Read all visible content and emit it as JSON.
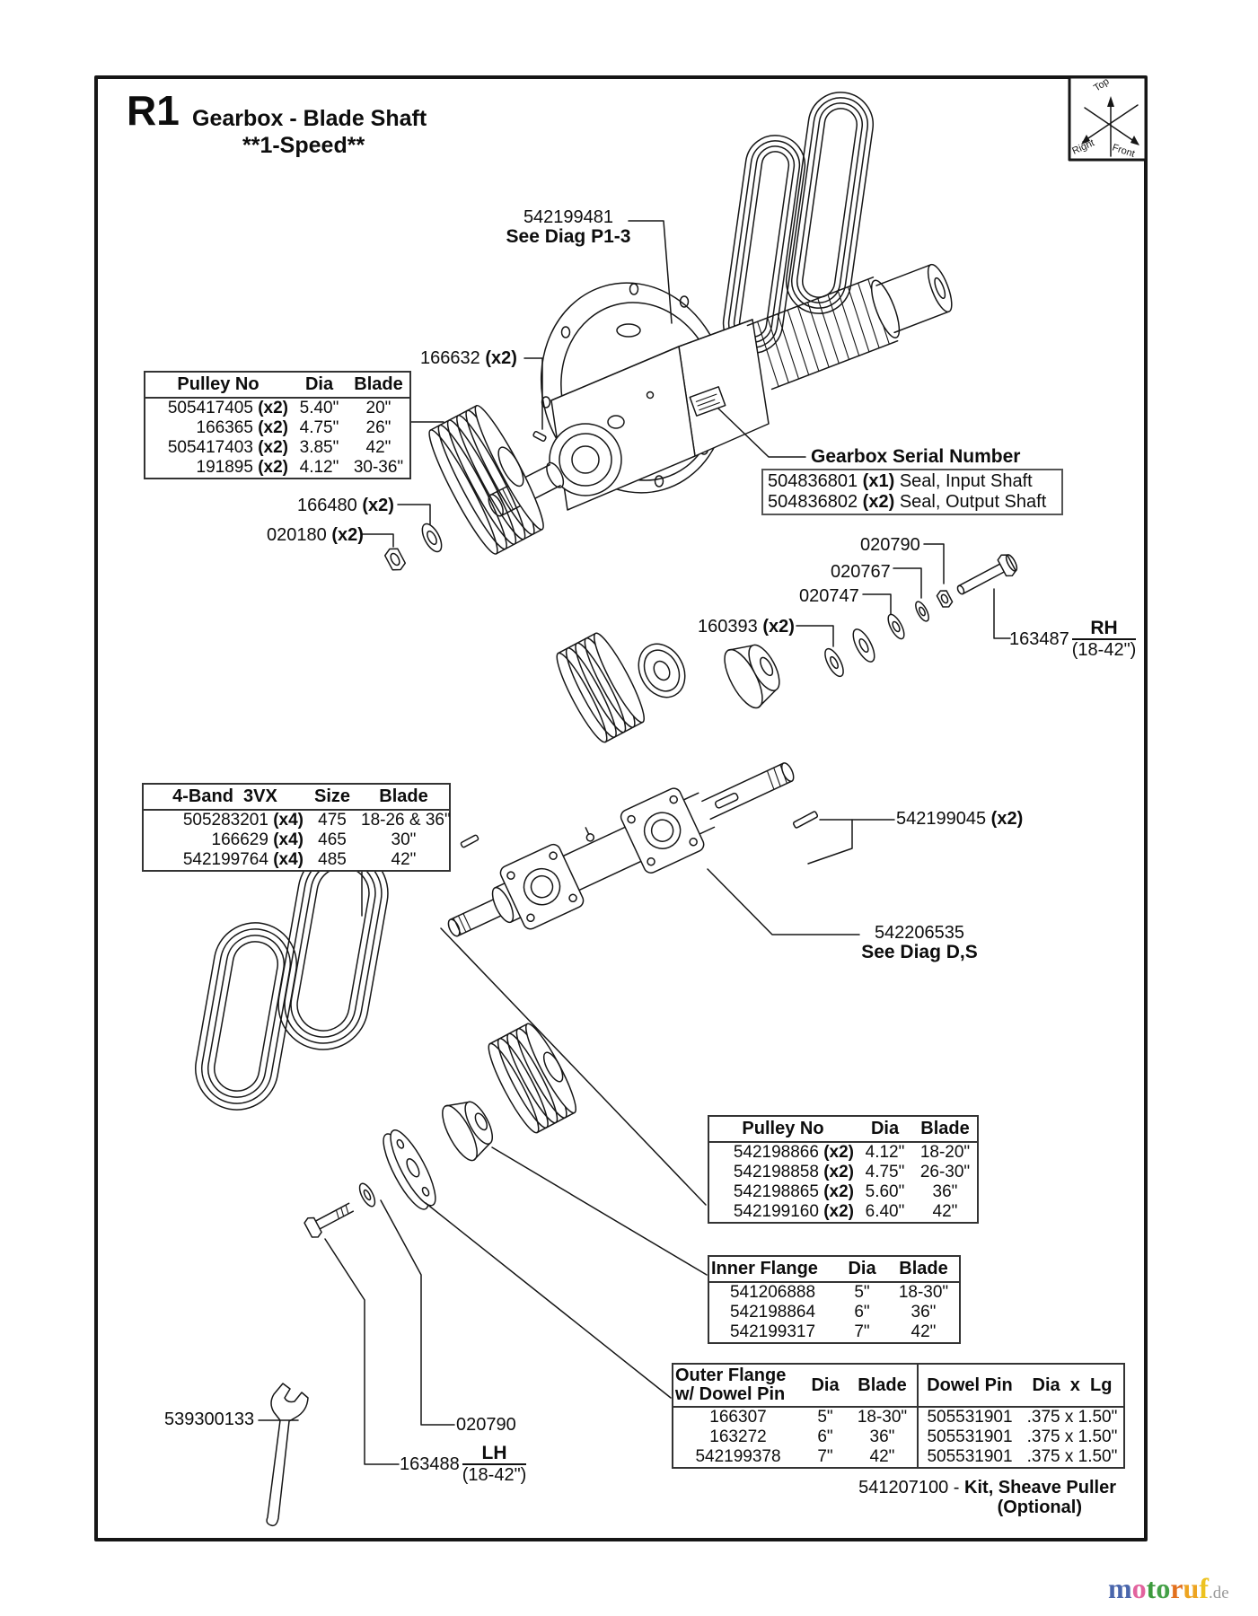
{
  "header": {
    "code": "R1",
    "title": "Gearbox - Blade Shaft",
    "subtitle": "**1-Speed**"
  },
  "compass": {
    "top": "Top",
    "right": "Right",
    "front": "Front"
  },
  "callouts": {
    "diag_p13": {
      "number": "542199481",
      "ref": "See Diag P1-3"
    },
    "pin_166632": {
      "number": "166632",
      "qty": "(x2)"
    },
    "serial": {
      "label": "Gearbox Serial Number"
    },
    "seals": [
      {
        "number": "504836801",
        "qty": "(x1)",
        "desc": "Seal, Input Shaft"
      },
      {
        "number": "504836802",
        "qty": "(x2)",
        "desc": "Seal, Output Shaft"
      }
    ],
    "washer_166480": {
      "number": "166480",
      "qty": "(x2)"
    },
    "nut_020180": {
      "number": "020180",
      "qty": "(x2)"
    },
    "nut_020790": {
      "number": "020790"
    },
    "washer_020767": {
      "number": "020767"
    },
    "washer_020747": {
      "number": "020747"
    },
    "spacer_160393": {
      "number": "160393",
      "qty": "(x2)"
    },
    "bolt_163487": {
      "number": "163487",
      "side": "RH",
      "range": "(18-42\")"
    },
    "key_542199045": {
      "number": "542199045",
      "qty": "(x2)"
    },
    "bearing_542206535": {
      "number": "542206535",
      "ref": "See Diag D,S"
    },
    "wrench_539300133": {
      "number": "539300133"
    },
    "washer_020790_lower": {
      "number": "020790"
    },
    "bolt_163488": {
      "number": "163488",
      "side": "LH",
      "range": "(18-42\")"
    },
    "kit": {
      "number": "541207100 -",
      "name": "Kit, Sheave Puller",
      "note": "(Optional)"
    }
  },
  "tables": {
    "pulley_top": {
      "headers": [
        "Pulley No",
        "Dia",
        "Blade"
      ],
      "rows": [
        {
          "no": "505417405",
          "qty": "(x2)",
          "dia": "5.40\"",
          "blade": "20\""
        },
        {
          "no": "166365",
          "qty": "(x2)",
          "dia": "4.75\"",
          "blade": "26\""
        },
        {
          "no": "505417403",
          "qty": "(x2)",
          "dia": "3.85\"",
          "blade": "42\""
        },
        {
          "no": "191895",
          "qty": "(x2)",
          "dia": "4.12\"",
          "blade": "30-36\""
        }
      ]
    },
    "band": {
      "headers": [
        "4-Band",
        "3VX",
        "Size",
        "Blade"
      ],
      "rows": [
        {
          "no": "505283201",
          "qty": "(x4)",
          "size": "475",
          "blade": "18-26 & 36\""
        },
        {
          "no": "166629",
          "qty": "(x4)",
          "size": "465",
          "blade": "30\""
        },
        {
          "no": "542199764",
          "qty": "(x4)",
          "size": "485",
          "blade": "42\""
        }
      ]
    },
    "pulley_bottom": {
      "headers": [
        "Pulley No",
        "Dia",
        "Blade"
      ],
      "rows": [
        {
          "no": "542198866",
          "qty": "(x2)",
          "dia": "4.12\"",
          "blade": "18-20\""
        },
        {
          "no": "542198858",
          "qty": "(x2)",
          "dia": "4.75\"",
          "blade": "26-30\""
        },
        {
          "no": "542198865",
          "qty": "(x2)",
          "dia": "5.60\"",
          "blade": "36\""
        },
        {
          "no": "542199160",
          "qty": "(x2)",
          "dia": "6.40\"",
          "blade": "42\""
        }
      ]
    },
    "inner_flange": {
      "headers": [
        "Inner Flange",
        "Dia",
        "Blade"
      ],
      "rows": [
        {
          "no": "541206888",
          "dia": "5\"",
          "blade": "18-30\""
        },
        {
          "no": "542198864",
          "dia": "6\"",
          "blade": "36\""
        },
        {
          "no": "542199317",
          "dia": "7\"",
          "blade": "42\""
        }
      ]
    },
    "outer_flange": {
      "header_part_line1": "Outer Flange",
      "header_part_line2": "w/ Dowel Pin",
      "header_dia": "Dia",
      "header_blade": "Blade",
      "header_pin": "Dowel Pin",
      "header_pin_dim": "Dia  x  Lg",
      "rows": [
        {
          "no": "166307",
          "dia": "5\"",
          "blade": "18-30\"",
          "pin": "505531901",
          "pin_dim": ".375 x 1.50\""
        },
        {
          "no": "163272",
          "dia": "6\"",
          "blade": "36\"",
          "pin": "505531901",
          "pin_dim": ".375 x 1.50\""
        },
        {
          "no": "542199378",
          "dia": "7\"",
          "blade": "42\"",
          "pin": "505531901",
          "pin_dim": ".375 x 1.50\""
        }
      ]
    }
  },
  "logo": {
    "letters": [
      "m",
      "o",
      "t",
      "o",
      "r",
      "u",
      "f"
    ],
    "suffix": ".de",
    "colors": [
      "#4a66ac",
      "#e2639e",
      "#3d9a3d",
      "#44a047",
      "#e2701d",
      "#eda421",
      "#edc220"
    ],
    "suffix_color": "#9a9a9a"
  }
}
